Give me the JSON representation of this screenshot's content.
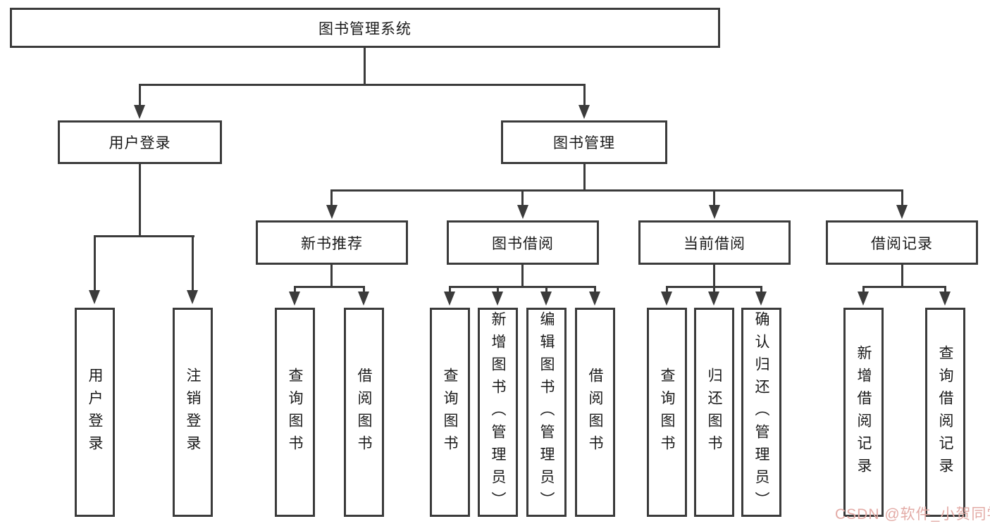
{
  "diagram": {
    "root": {
      "label": "图书管理系统"
    },
    "level2": {
      "user_login": {
        "label": "用户登录"
      },
      "book_management": {
        "label": "图书管理"
      }
    },
    "level3": {
      "new_book_recommend": {
        "label": "新书推荐"
      },
      "book_borrowing": {
        "label": "图书借阅"
      },
      "current_borrowing": {
        "label": "当前借阅"
      },
      "borrowing_records": {
        "label": "借阅记录"
      }
    },
    "leaves": {
      "user_login": [
        "用户登录",
        "注销登录"
      ],
      "new_book_recommend": [
        "查询图书",
        "借阅图书"
      ],
      "book_borrowing": [
        "查询图书",
        "新增图书（管理员）",
        "编辑图书（管理员）",
        "借阅图书"
      ],
      "current_borrowing": [
        "查询图书",
        "归还图书",
        "确认归还（管理员）"
      ],
      "borrowing_records": [
        "新增借阅记录",
        "查询借阅记录"
      ]
    }
  },
  "colors": {
    "line": "#3b3b3b",
    "box_border": "#3b3b3b",
    "box_fill": "#ffffff",
    "text": "#1a1a1a",
    "watermark": "#e3aba6"
  },
  "watermark": {
    "text": "CSDN @软件_小贺同学"
  }
}
